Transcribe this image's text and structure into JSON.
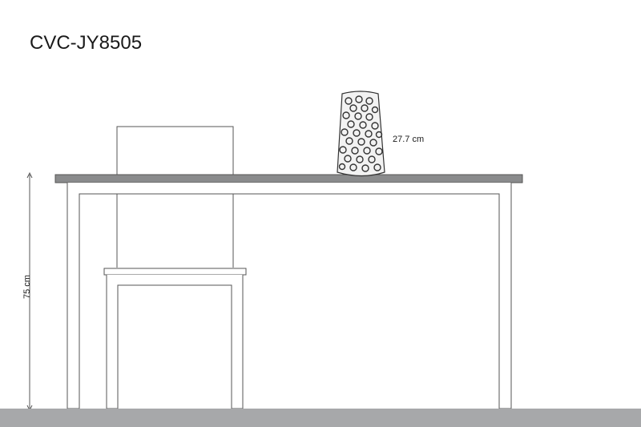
{
  "product_code": "CVC-JY8505",
  "dimensions": {
    "vase_height": "27.7 cm",
    "table_height": "75 cm"
  },
  "colors": {
    "line": "#555555",
    "tabletop": "#8a8b8c",
    "floor": "#a7a8aa"
  }
}
